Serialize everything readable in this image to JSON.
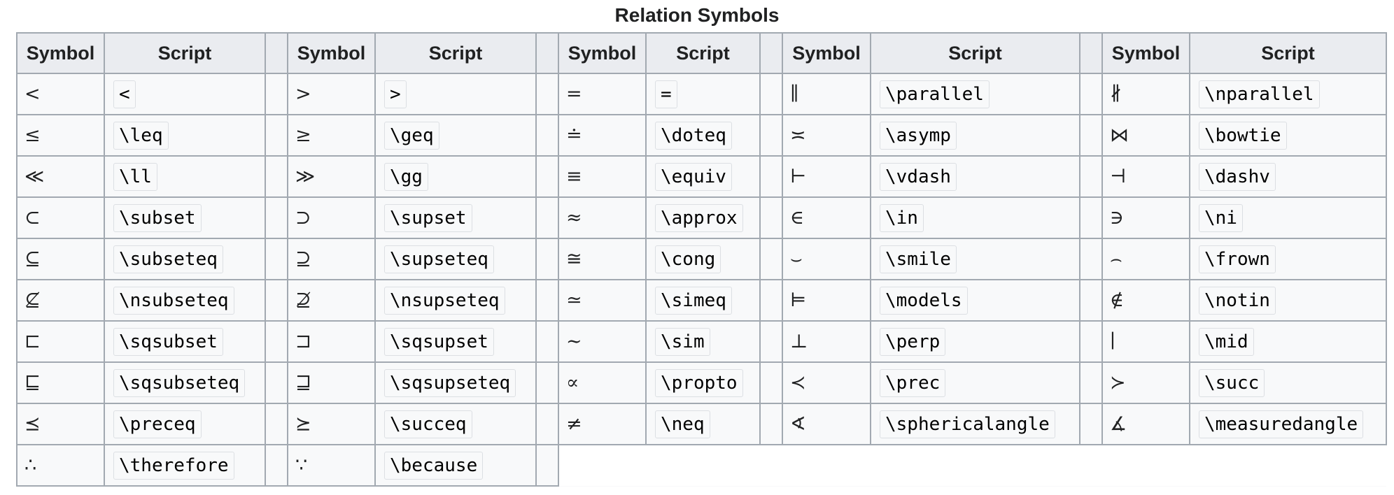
{
  "caption": "Relation Symbols",
  "headers": {
    "symbol": "Symbol",
    "script": "Script"
  },
  "rows": [
    [
      [
        "<",
        "<"
      ],
      [
        ">",
        ">"
      ],
      [
        "=",
        "="
      ],
      [
        "∥",
        "\\parallel"
      ],
      [
        "∦",
        "\\nparallel"
      ]
    ],
    [
      [
        "≤",
        "\\leq"
      ],
      [
        "≥",
        "\\geq"
      ],
      [
        "≐",
        "\\doteq"
      ],
      [
        "≍",
        "\\asymp"
      ],
      [
        "⋈",
        "\\bowtie"
      ]
    ],
    [
      [
        "≪",
        "\\ll"
      ],
      [
        "≫",
        "\\gg"
      ],
      [
        "≡",
        "\\equiv"
      ],
      [
        "⊢",
        "\\vdash"
      ],
      [
        "⊣",
        "\\dashv"
      ]
    ],
    [
      [
        "⊂",
        "\\subset"
      ],
      [
        "⊃",
        "\\supset"
      ],
      [
        "≈",
        "\\approx"
      ],
      [
        "∈",
        "\\in"
      ],
      [
        "∋",
        "\\ni"
      ]
    ],
    [
      [
        "⊆",
        "\\subseteq"
      ],
      [
        "⊇",
        "\\supseteq"
      ],
      [
        "≅",
        "\\cong"
      ],
      [
        "⌣",
        "\\smile"
      ],
      [
        "⌢",
        "\\frown"
      ]
    ],
    [
      [
        "⊈",
        "\\nsubseteq"
      ],
      [
        "⊉",
        "\\nsupseteq"
      ],
      [
        "≃",
        "\\simeq"
      ],
      [
        "⊨",
        "\\models"
      ],
      [
        "∉",
        "\\notin"
      ]
    ],
    [
      [
        "⊏",
        "\\sqsubset"
      ],
      [
        "⊐",
        "\\sqsupset"
      ],
      [
        "∼",
        "\\sim"
      ],
      [
        "⊥",
        "\\perp"
      ],
      [
        "∣",
        "\\mid"
      ]
    ],
    [
      [
        "⊑",
        "\\sqsubseteq"
      ],
      [
        "⊒",
        "\\sqsupseteq"
      ],
      [
        "∝",
        "\\propto"
      ],
      [
        "≺",
        "\\prec"
      ],
      [
        "≻",
        "\\succ"
      ]
    ],
    [
      [
        "⪯",
        "\\preceq"
      ],
      [
        "⪰",
        "\\succeq"
      ],
      [
        "≠",
        "\\neq"
      ],
      [
        "∢",
        "\\sphericalangle"
      ],
      [
        "∡",
        "\\measuredangle"
      ]
    ],
    [
      [
        "∴",
        "\\therefore"
      ],
      [
        "∵",
        "\\because"
      ]
    ]
  ]
}
